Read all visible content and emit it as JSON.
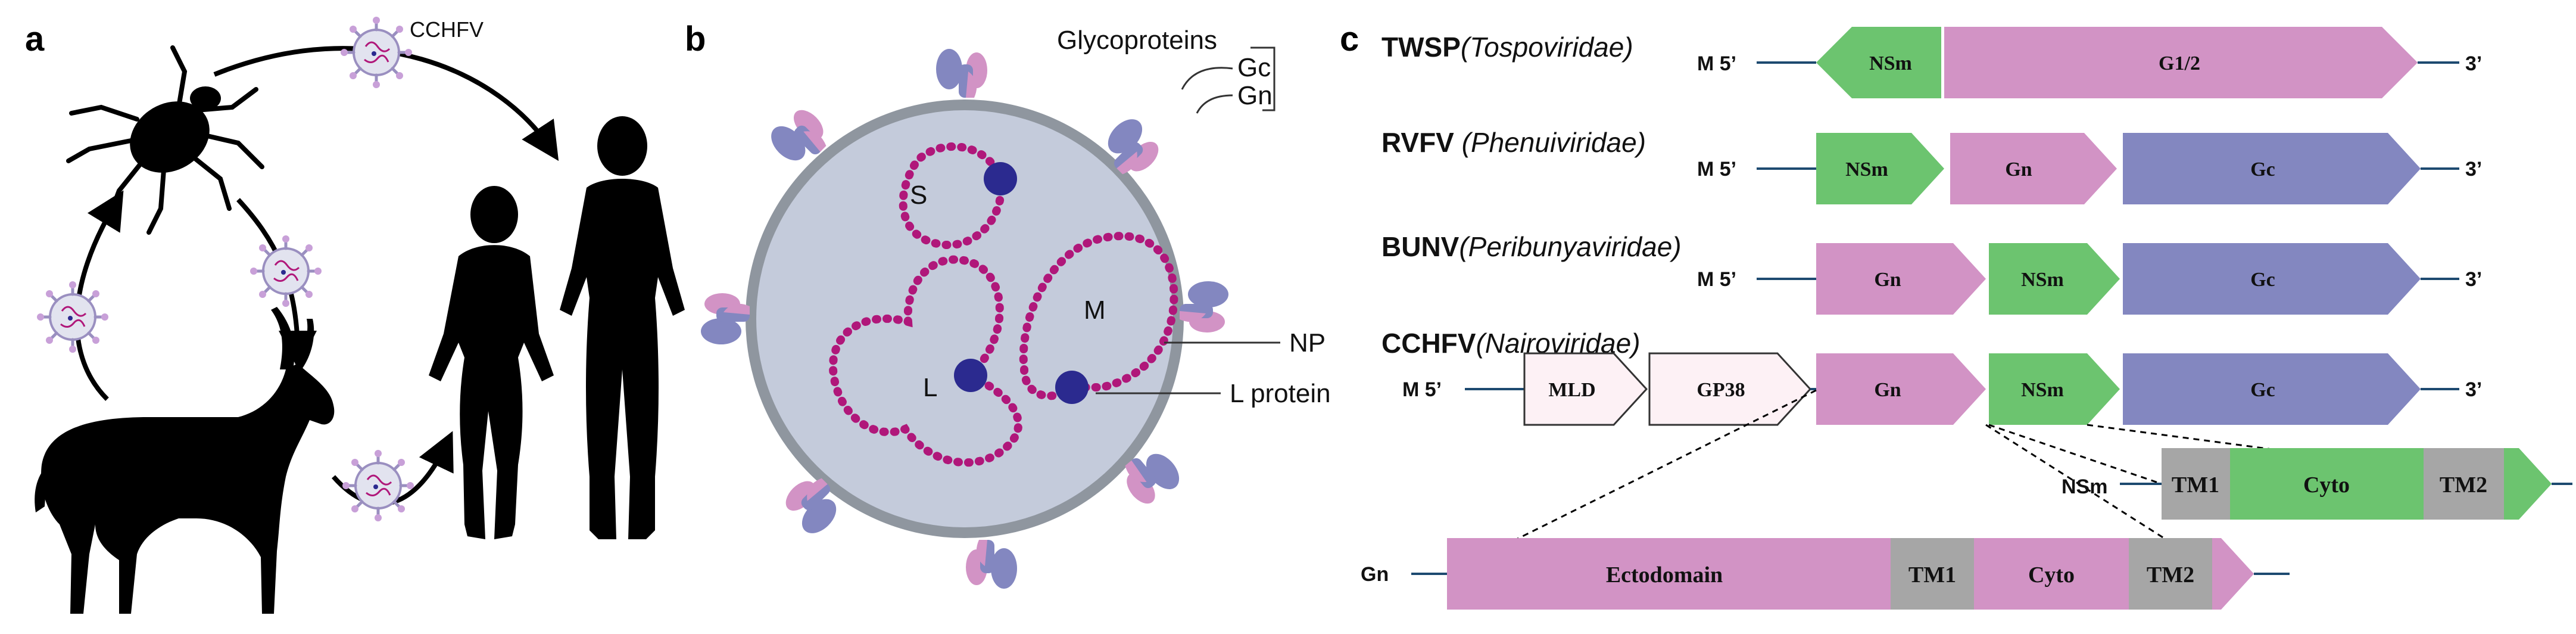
{
  "panels": {
    "a": "a",
    "b": "b",
    "c": "c"
  },
  "panel_a": {
    "virus_label": "CCHFV"
  },
  "panel_b": {
    "glycoproteins": "Glycoproteins",
    "gc": "Gc",
    "gn": "Gn",
    "segment_s": "S",
    "segment_m": "M",
    "segment_l": "L",
    "np": "NP",
    "l_protein": "L protein"
  },
  "panel_c": {
    "end_5": "M 5’",
    "end_3": "3’",
    "viruses": [
      {
        "name": "TWSP",
        "family": "(Tospoviridae)",
        "segments": [
          "NSm",
          "G1/2"
        ]
      },
      {
        "name": "RVFV",
        "family": " (Phenuiviridae)",
        "segments": [
          "NSm",
          "Gn",
          "Gc"
        ]
      },
      {
        "name": "BUNV",
        "family": "(Peribunyaviridae)",
        "segments": [
          "Gn",
          "NSm",
          "Gc"
        ]
      },
      {
        "name": "CCHFV",
        "family": "(Nairoviridae)",
        "segments": [
          "MLD",
          "GP38",
          "Gn",
          "NSm",
          "Gc"
        ]
      }
    ],
    "nsm_detail": {
      "label": "NSm",
      "domains": [
        "TM1",
        "Cyto",
        "TM2"
      ]
    },
    "gn_detail": {
      "label": "Gn",
      "domains": [
        "Ectodomain",
        "TM1",
        "Cyto",
        "TM2"
      ]
    }
  },
  "colors": {
    "nsm": "#6cc46f",
    "gn": "#d293c5",
    "gc": "#8387c0",
    "tm": "#a6a6a6",
    "mld": "#fdf1f5",
    "virion": "#c4cbdb",
    "envelope": "#8f969f",
    "rnp": "#b0177a",
    "lprotein": "#2b2a8f"
  }
}
